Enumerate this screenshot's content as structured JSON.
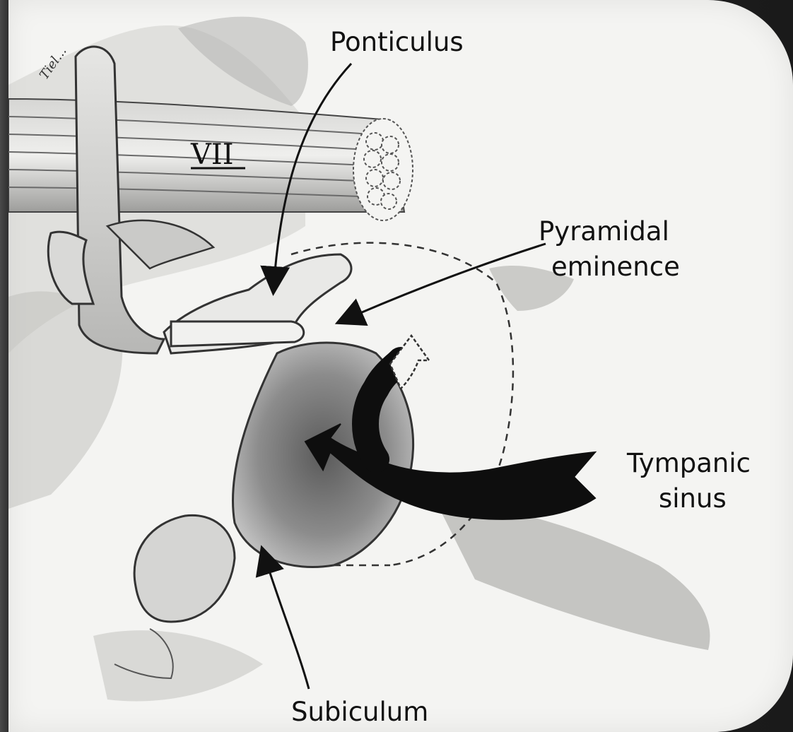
{
  "figure": {
    "nerve_label": "VII",
    "artist_signature": "Tiel..."
  },
  "labels": {
    "ponticulus": "Ponticulus",
    "pyramidal_line1": "Pyramidal",
    "pyramidal_line2": "eminence",
    "tympanic_line1": "Tympanic",
    "tympanic_line2": "sinus",
    "subiculum": "Subiculum"
  }
}
